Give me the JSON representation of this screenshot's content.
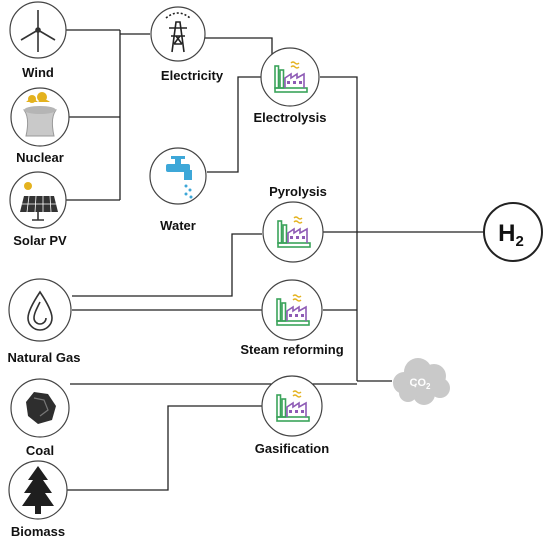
{
  "sources": {
    "wind": "Wind",
    "nuclear": "Nuclear",
    "solar": "Solar PV",
    "electricity": "Electricity",
    "water": "Water",
    "natural_gas": "Natural Gas",
    "coal": "Coal",
    "biomass": "Biomass"
  },
  "processes": {
    "electrolysis": "Electrolysis",
    "pyrolysis": "Pyrolysis",
    "steam_reforming": "Steam reforming",
    "gasification": "Gasification"
  },
  "products": {
    "hydrogen_main": "H",
    "hydrogen_sub": "2",
    "co2_main": "CO",
    "co2_sub": "2"
  },
  "icons": {
    "wind": "wind-turbine-icon",
    "nuclear": "cooling-tower-icon",
    "solar": "solar-panel-icon",
    "electricity": "power-pylon-icon",
    "water": "faucet-icon",
    "natural_gas": "gas-drop-icon",
    "coal": "coal-lump-icon",
    "biomass": "tree-icon",
    "process": "factory-icon",
    "co2": "cloud-icon"
  },
  "colors": {
    "factory_green": "#3aa35a",
    "factory_purple": "#8e5bb5",
    "accent_yellow": "#e4b21e",
    "water_blue": "#3da7d8",
    "co2_cloud": "#c9c9c9"
  }
}
